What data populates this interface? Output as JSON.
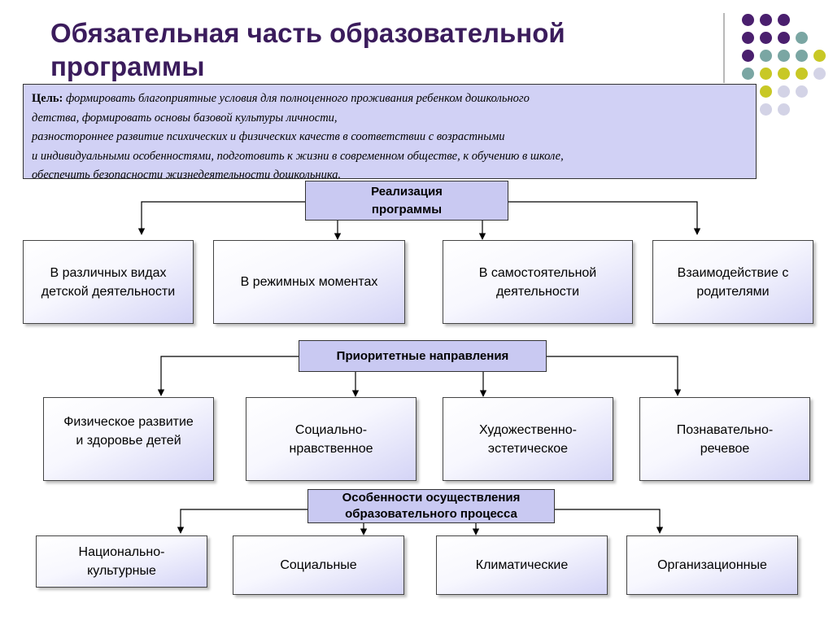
{
  "title": "Обязательная часть образовательной программы",
  "goal": {
    "label": "Цель:",
    "lines": [
      " формировать благоприятные условия для полноценного проживания ребенком дошкольного",
      " детства, формировать основы базовой культуры личности,",
      "разностороннее развитие психических и физических качеств в соответствии с возрастными",
      "и индивидуальными особенностями, подготовить к жизни в современном обществе, к обучению в школе,",
      "обеспечить безопасности жизнедеятельности дошкольника."
    ]
  },
  "implementation": {
    "header": "Реализация\nпрограммы",
    "items": [
      "В различных видах\nдетской деятельности",
      "В режимных моментах",
      "В самостоятельной\nдеятельности",
      "Взаимодействие с\nродителями"
    ]
  },
  "priorities": {
    "header": "Приоритетные  направления",
    "items": [
      "Физическое развитие\nи здоровье детей",
      "Социально-\nнравственное",
      "Художественно-\nэстетическое",
      "Познавательно-\nречевое"
    ]
  },
  "features": {
    "header": "Особенности осуществления\nобразовательного процесса",
    "items": [
      "Национально-\nкультурные",
      "Социальные",
      "Климатические",
      "Организационные"
    ]
  },
  "colors": {
    "title": "#3b1c5c",
    "header_fill": "#c9c9f2",
    "dot_purple": "#4a1f6e",
    "dot_teal": "#7aa6a3",
    "dot_olive": "#c8c825",
    "dot_lavender": "#d3d3e6"
  }
}
